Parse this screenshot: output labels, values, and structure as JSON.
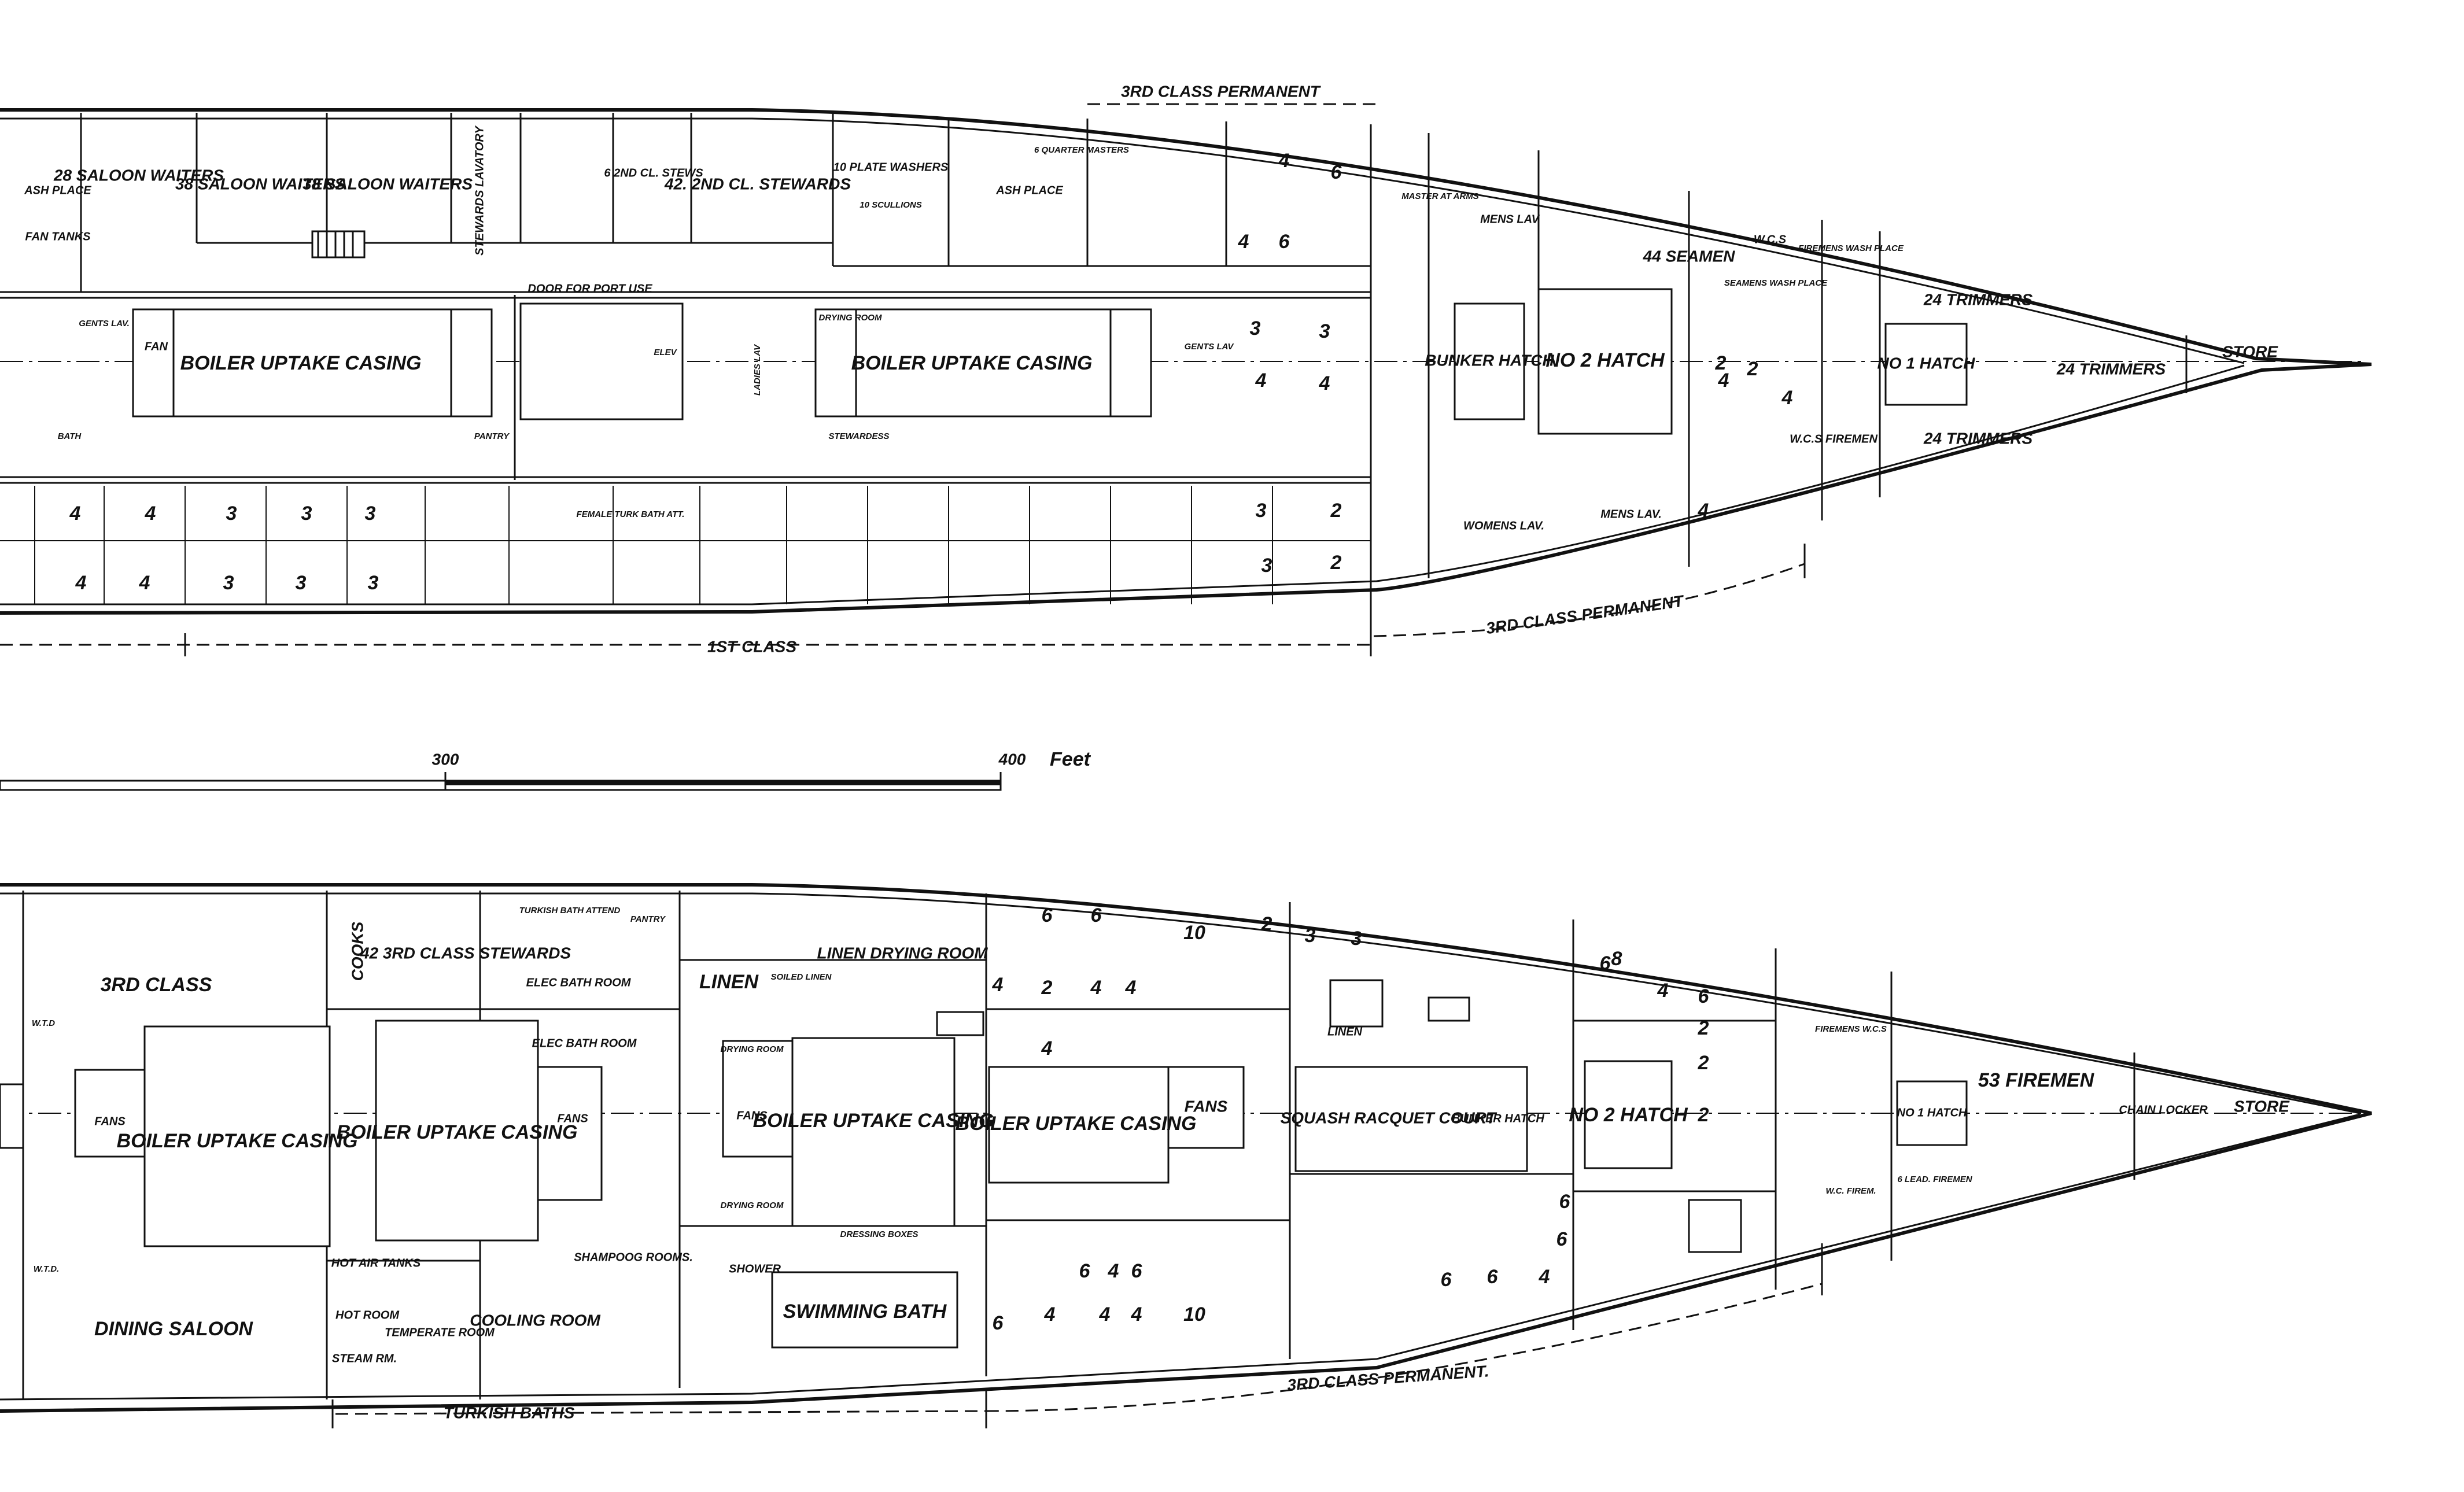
{
  "upper_deck": {
    "cabins": {
      "saloon_waiters_28": "28 SALOON WAITERS",
      "saloon_waiters_38a": "38 SALOON WAITERS",
      "saloon_waiters_38b": "38 SALOON WAITERS",
      "stewards_lavatory": "STEWARDS LAVATORY",
      "second_class_stewards_6": "6 2ND CL. STEWS",
      "second_class_stewards_42": "42. 2ND CL. STEWARDS",
      "plate_washers": "10 PLATE WASHERS",
      "scullions": "10 SCULLIONS",
      "ash_place_1": "ASH PLACE",
      "ash_place_2": "ASH PLACE",
      "fan_tanks": "FAN TANKS",
      "quartermasters": "6 QUARTER MASTERS",
      "master_at_arms": "MASTER AT ARMS",
      "seamen": "44 SEAMEN",
      "trimmers_a": "24 TRIMMERS",
      "trimmers_b": "24 TRIMMERS",
      "trimmers_c": "24 TRIMMERS",
      "store": "STORE",
      "mens_lav_1": "MENS LAV",
      "mens_lav_2": "MENS LAV.",
      "womens_lav": "WOMENS LAV.",
      "seamens_wash": "SEAMENS WASH PLACE",
      "firemens_wash": "FIREMENS WASH PLACE",
      "wc_firemen": "W.C.S FIREMEN",
      "wcs": "W.C.S",
      "bunker_hatch": "BUNKER HATCH",
      "no2_hatch": "NO 2 HATCH",
      "no1_hatch": "NO 1 HATCH",
      "boiler_casing_1": "BOILER UPTAKE CASING",
      "boiler_casing_2": "BOILER UPTAKE CASING",
      "gents_lav_1": "GENTS LAV.",
      "gents_lav_2": "GENTS LAV",
      "door_port_use": "DOOR FOR PORT USE",
      "female_turk_bath": "FEMALE TURK BATH ATT.",
      "ladies_lav": "LADIES LAV",
      "stewardess": "STEWARDESS",
      "pantry": "PANTRY",
      "drying_room": "DRYING ROOM",
      "bath": "BATH",
      "fan": "FAN",
      "elev": "ELEV",
      "third_class_permanent_top": "3RD CLASS PERMANENT",
      "third_class_permanent_bottom": "3RD CLASS PERMANENT",
      "first_class": "1ST CLASS"
    },
    "berth_numbers": [
      "4",
      "4",
      "3",
      "3",
      "3",
      "4",
      "4",
      "3",
      "3",
      "3",
      "3",
      "2",
      "3",
      "2",
      "4",
      "6",
      "4",
      "6",
      "3",
      "3",
      "4",
      "4",
      "4",
      "2",
      "2",
      "4",
      "4"
    ]
  },
  "scale": {
    "mark_300": "300",
    "mark_400": "400",
    "unit": "Feet"
  },
  "lower_deck": {
    "cabins": {
      "third_class": "3RD CLASS",
      "dining_saloon": "DINING SALOON",
      "fans_1": "FANS",
      "fans_2": "FANS",
      "fans_3": "FANS",
      "fans_4": "FANS",
      "boiler_casing_1": "BOILER UPTAKE CASING",
      "boiler_casing_2": "BOILER UPTAKE CASING",
      "boiler_casing_3": "BOILER UPTAKE CASING",
      "boiler_casing_4": "BOILER UPTAKE CASING",
      "cooks": "COOKS",
      "third_class_stewards": "42 3RD CLASS STEWARDS",
      "turkish_bath_attend": "TURKISH BATH ATTEND",
      "pantry": "PANTRY",
      "elec_bath_room_1": "ELEC BATH ROOM",
      "elec_bath_room_2": "ELEC BATH ROOM",
      "linen": "LINEN",
      "soiled_linen": "SOILED LINEN",
      "linen_drying_room": "LINEN DRYING ROOM",
      "drying_room_1": "DRYING ROOM",
      "drying_room_2": "DRYING ROOM",
      "swimming_bath": "SWIMMING BATH",
      "shower": "SHOWER",
      "dressing_boxes": "DRESSING BOXES",
      "hot_air_tanks": "HOT AIR TANKS",
      "hot_room": "HOT ROOM",
      "steam_rm": "STEAM RM.",
      "temperate_room": "TEMPERATE ROOM",
      "cooling_room": "COOLING ROOM",
      "shampooing_rooms": "SHAMPOOG ROOMS.",
      "squash_racquet_court": "SQUASH RACQUET COURT",
      "bunker_hatch": "BUNKER HATCH",
      "no2_hatch": "NO 2 HATCH",
      "no1_hatch": "NO 1 HATCH",
      "firemen": "53 FIREMEN",
      "leading_firemen": "6 LEAD. FIREMEN",
      "firemens_wcs": "FIREMENS W.C.S",
      "wc_firem": "W.C. FIREM.",
      "chain_locker": "CHAIN LOCKER",
      "store": "STORE",
      "linen_small": "LINEN",
      "wtd_1": "W.T.D",
      "wtd_2": "W.T.D.",
      "third_class_permanent": "3RD CLASS PERMANENT.",
      "turkish_baths": "TURKISH BATHS"
    },
    "berth_numbers": [
      "6",
      "6",
      "10",
      "2",
      "3",
      "3",
      "4",
      "2",
      "4",
      "4",
      "4",
      "6",
      "4",
      "8",
      "4",
      "6",
      "2",
      "2",
      "2",
      "6",
      "6",
      "4",
      "4",
      "4",
      "6",
      "10",
      "6",
      "4",
      "6",
      "6",
      "6",
      "4"
    ]
  },
  "colors": {
    "ink": "#111111",
    "paper": "#ffffff"
  }
}
